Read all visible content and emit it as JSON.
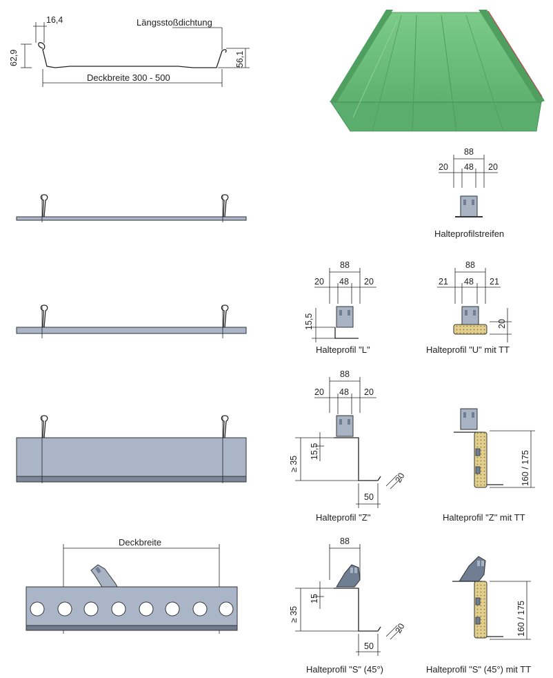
{
  "profile_section": {
    "dim_seam": "16,4",
    "label_seal": "Längsstoßdichtung",
    "dim_left_height": "62,9",
    "dim_right_height": "56,1",
    "label_cover_width": "Deckbreite 300 - 500"
  },
  "clip_strip": {
    "dim_total": "88",
    "dim_left": "20",
    "dim_mid": "48",
    "dim_right": "20",
    "caption": "Halteprofilstreifen"
  },
  "clip_l": {
    "dim_total": "88",
    "dim_left": "20",
    "dim_mid": "48",
    "dim_right": "20",
    "dim_height": "15,5",
    "caption": "Halteprofil \"L\""
  },
  "clip_u": {
    "dim_total": "88",
    "dim_left": "21",
    "dim_mid": "48",
    "dim_right": "21",
    "dim_height": "20",
    "caption": "Halteprofil \"U\" mit TT"
  },
  "clip_z": {
    "dim_total": "88",
    "dim_left": "20",
    "dim_mid": "48",
    "dim_right": "20",
    "dim_flange": "15,5",
    "dim_min": "≥ 35",
    "dim_bottom": "50",
    "dim_lip": "20",
    "caption": "Halteprofil \"Z\""
  },
  "clip_z_tt": {
    "dim_height": "160 / 175",
    "caption": "Halteprofil \"Z\" mit TT"
  },
  "clip_s": {
    "dim_total": "88",
    "dim_flange": "15",
    "dim_min": "≥ 35",
    "dim_bottom": "50",
    "dim_lip": "20",
    "caption": "Halteprofil \"S\" (45°)"
  },
  "clip_s_tt": {
    "dim_height": "160 / 175",
    "caption": "Halteprofil \"S\" (45°) mit TT"
  },
  "perforated_support": {
    "label": "Deckbreite"
  },
  "colors": {
    "panel_green": "#6cbf7a",
    "plate_blue_grey": "#aab6c7",
    "insulation": "#e3cf8d"
  }
}
